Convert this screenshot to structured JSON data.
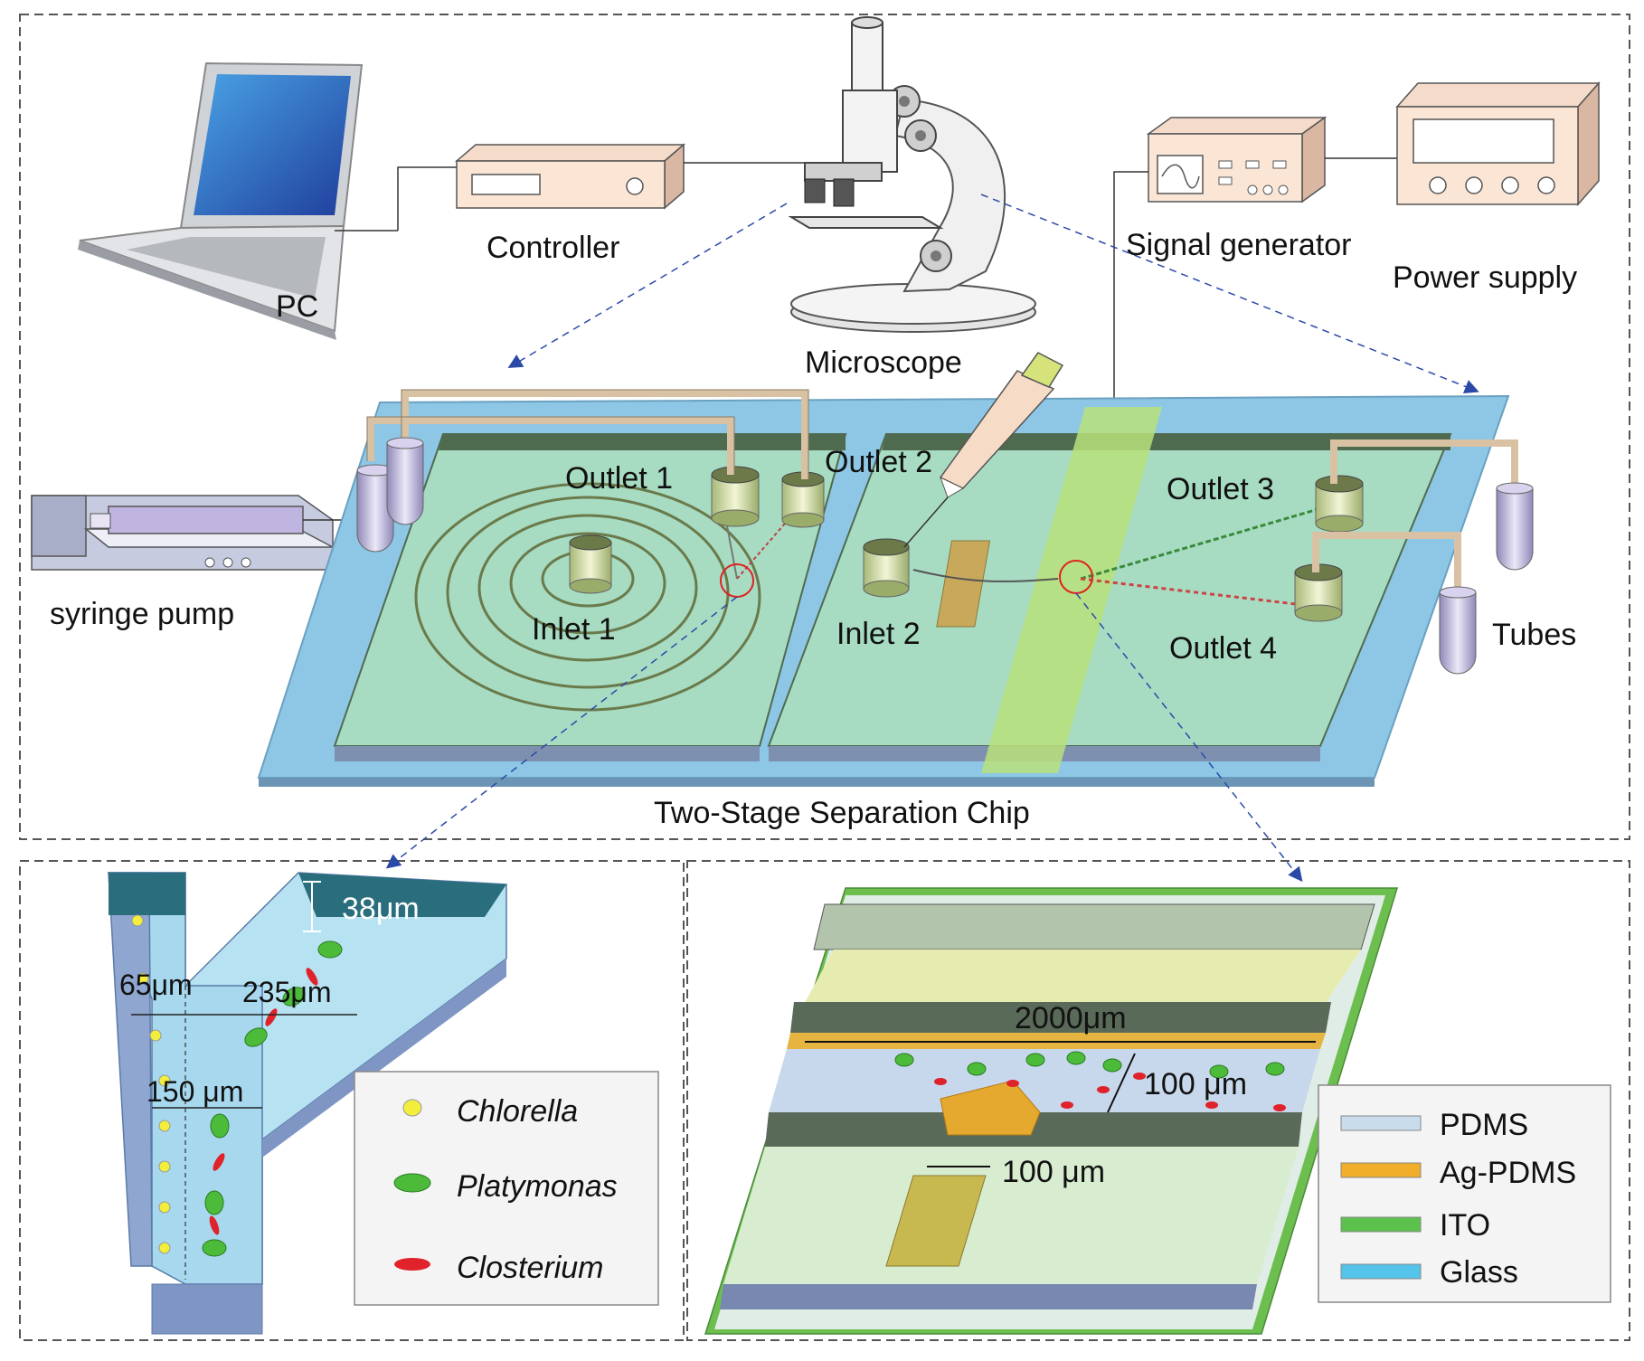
{
  "top_panel": {
    "title": "Two-Stage Separation Chip",
    "equipment": {
      "pc": "PC",
      "controller": "Controller",
      "microscope": "Microscope",
      "signal_generator": "Signal generator",
      "power_supply": "Power supply",
      "syringe_pump": "syringe pump",
      "tubes": "Tubes"
    },
    "chip_ports": {
      "inlet_1": "Inlet 1",
      "inlet_2": "Inlet 2",
      "outlet_1": "Outlet 1",
      "outlet_2": "Outlet 2",
      "outlet_3": "Outlet 3",
      "outlet_4": "Outlet 4"
    }
  },
  "left_panel": {
    "dimensions": {
      "depth": "38μm",
      "narrow_width": "65μm",
      "branch_width": "235μm",
      "main_width": "150 μm"
    },
    "legend": [
      {
        "label": "Chlorella",
        "color": "#f2ee3c"
      },
      {
        "label": "Platymonas",
        "color": "#4cbb3a"
      },
      {
        "label": "Closterium",
        "color": "#e0222a"
      }
    ]
  },
  "right_panel": {
    "dimensions": {
      "length": "2000μm",
      "gap": "100 μm",
      "electrode_width": "100 μm"
    },
    "legend": [
      {
        "label": "PDMS",
        "color": "#c9dcec"
      },
      {
        "label": "Ag-PDMS",
        "color": "#f0ae2a"
      },
      {
        "label": "ITO",
        "color": "#5cc04c"
      },
      {
        "label": "Glass",
        "color": "#55c3ea"
      }
    ]
  },
  "colors": {
    "chip_fill": "#a7dcc3",
    "chip_wall": "#4f6b4f",
    "glass": "#8ec6e6",
    "arrow": "#2b4aa8"
  }
}
